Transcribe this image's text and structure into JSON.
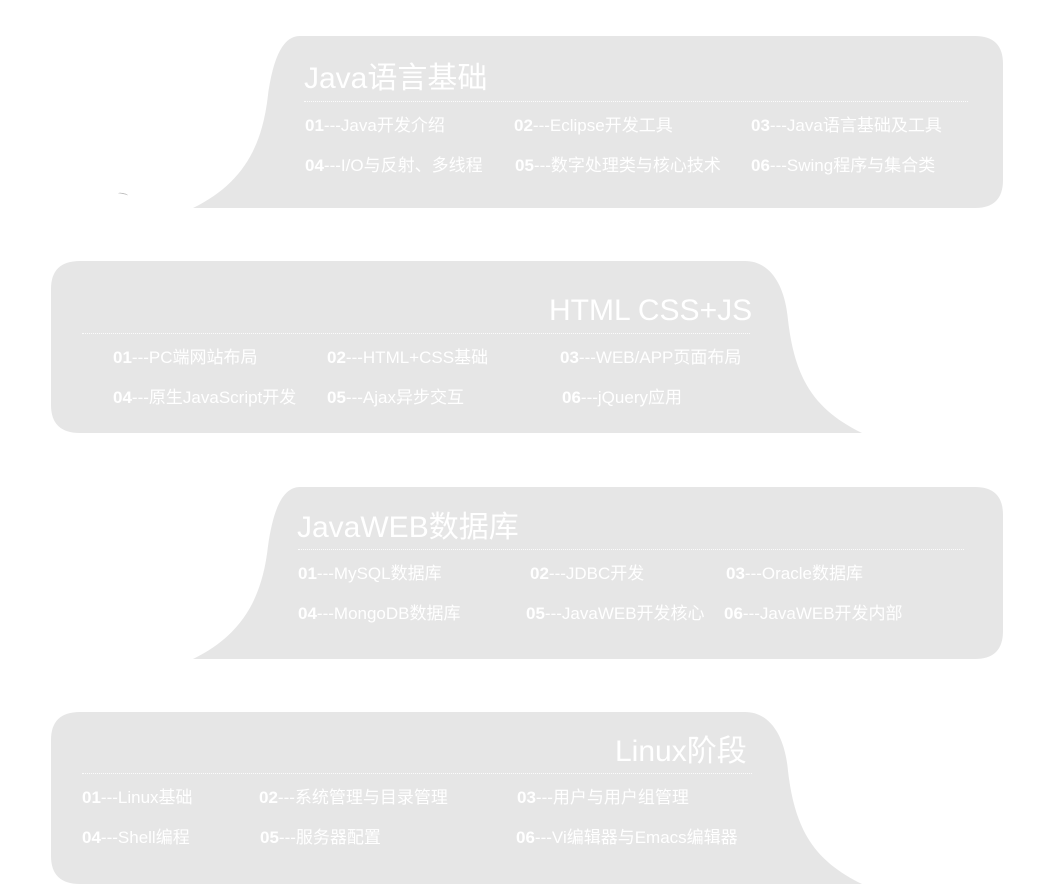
{
  "colors": {
    "card_bg": "#e6e6e6",
    "text": "#ffffff"
  },
  "separator": "---",
  "cards": [
    {
      "title": "Java语言基础",
      "items": [
        {
          "num": "01",
          "label": "Java开发介绍"
        },
        {
          "num": "02",
          "label": "Eclipse开发工具"
        },
        {
          "num": "03",
          "label": "Java语言基础及工具"
        },
        {
          "num": "04",
          "label": "I/O与反射、多线程"
        },
        {
          "num": "05",
          "label": "数字处理类与核心技术"
        },
        {
          "num": "06",
          "label": "Swing程序与集合类"
        }
      ]
    },
    {
      "title": "HTML CSS+JS",
      "items": [
        {
          "num": "01",
          "label": "PC端网站布局"
        },
        {
          "num": "02",
          "label": "HTML+CSS基础"
        },
        {
          "num": "03",
          "label": "WEB/APP页面布局"
        },
        {
          "num": "04",
          "label": "原生JavaScript开发"
        },
        {
          "num": "05",
          "label": "Ajax异步交互"
        },
        {
          "num": "06",
          "label": "jQuery应用"
        }
      ]
    },
    {
      "title": "JavaWEB数据库",
      "items": [
        {
          "num": "01",
          "label": "MySQL数据库"
        },
        {
          "num": "02",
          "label": "JDBC开发"
        },
        {
          "num": "03",
          "label": "Oracle数据库"
        },
        {
          "num": "04",
          "label": "MongoDB数据库"
        },
        {
          "num": "05",
          "label": "JavaWEB开发核心"
        },
        {
          "num": "06",
          "label": "JavaWEB开发内部"
        }
      ]
    },
    {
      "title": "Linux阶段",
      "items": [
        {
          "num": "01",
          "label": "Linux基础"
        },
        {
          "num": "02",
          "label": "系统管理与目录管理"
        },
        {
          "num": "03",
          "label": "用户与用户组管理"
        },
        {
          "num": "04",
          "label": "Shell编程"
        },
        {
          "num": "05",
          "label": "服务器配置"
        },
        {
          "num": "06",
          "label": "Vi编辑器与Emacs编辑器"
        }
      ]
    }
  ]
}
